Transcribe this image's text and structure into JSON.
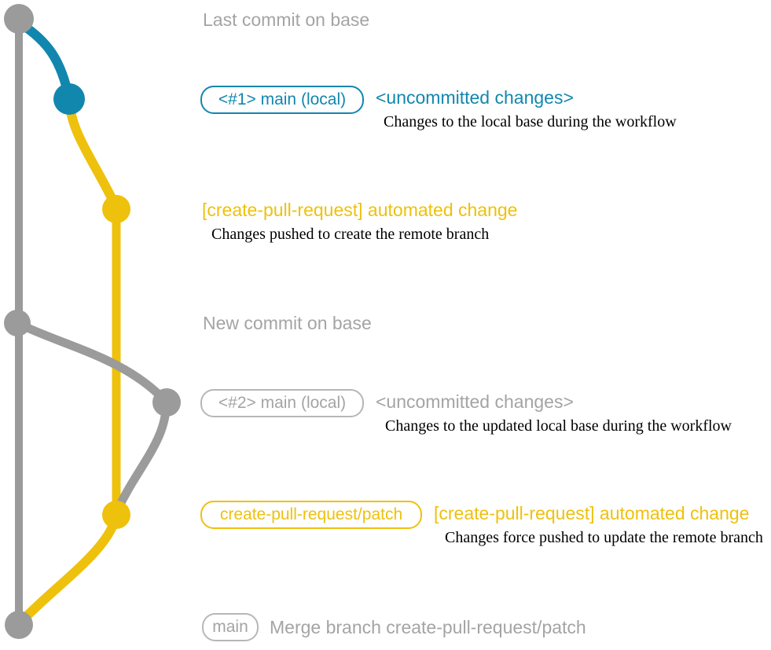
{
  "colors": {
    "graph_gray": "#9b9b9b",
    "text_gray": "#a4a4a4",
    "blue": "#1187ae",
    "yellow": "#eec10d",
    "description_black": "#000000",
    "background": "#ffffff"
  },
  "annotations": {
    "last_commit": "Last commit on base",
    "new_commit": "New commit on base"
  },
  "commit1": {
    "badge": "<#1> main (local)",
    "message": "<uncommitted changes>",
    "description": "Changes to the local base during the workflow"
  },
  "commit2": {
    "message": "[create-pull-request] automated change",
    "description": "Changes pushed to create the remote branch"
  },
  "commit3": {
    "badge": "<#2> main (local)",
    "message": "<uncommitted changes>",
    "description": "Changes to the updated local base during the workflow"
  },
  "commit4": {
    "badge": "create-pull-request/patch",
    "message": "[create-pull-request] automated change",
    "description": "Changes force pushed to update the remote branch"
  },
  "commit5": {
    "badge": "main",
    "message": "Merge branch create-pull-request/patch"
  },
  "graph": {
    "branches": [
      "base (main)",
      "main (local)",
      "create-pull-request/patch"
    ],
    "node_colors": [
      "gray",
      "blue",
      "yellow",
      "gray",
      "gray",
      "yellow",
      "gray"
    ]
  }
}
